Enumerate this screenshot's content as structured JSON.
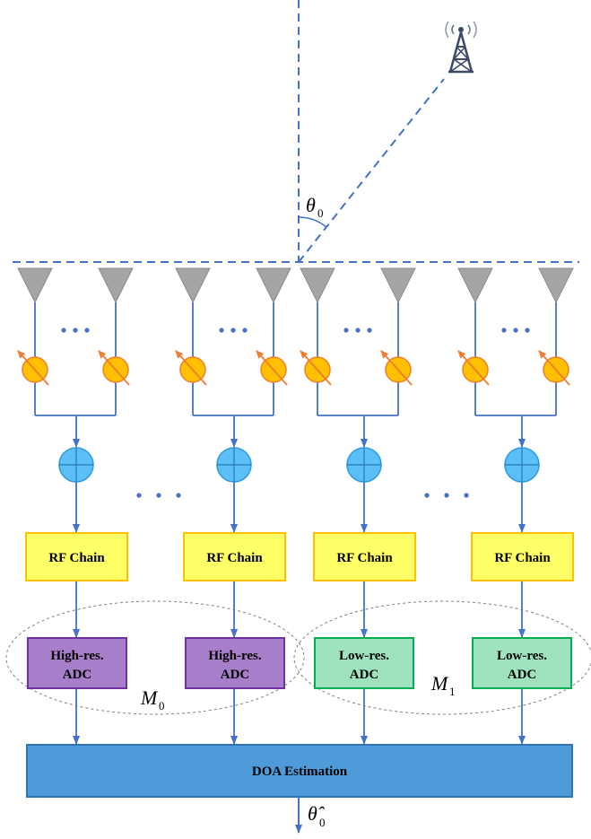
{
  "diagram": {
    "angle_label": {
      "symbol": "θ",
      "subscript": "0"
    },
    "output_label": {
      "symbol": "θ̂",
      "subscript": "0"
    },
    "rf_chain_label": "RF Chain",
    "high_res_adc": {
      "line1": "High-res.",
      "line2": "ADC"
    },
    "low_res_adc": {
      "line1": "Low-res.",
      "line2": "ADC"
    },
    "group_labels": [
      {
        "symbol": "M",
        "subscript": "0"
      },
      {
        "symbol": "M",
        "subscript": "1"
      }
    ],
    "doa_label": "DOA Estimation",
    "colors": {
      "line": "#4472c4",
      "antenna": "#a5a5a5",
      "phase_shifter_fill": "#ffc000",
      "phase_shifter_arrow": "#ed7d31",
      "combiner": "#5bc0f8",
      "rf_chain_fill": "#ffff66",
      "rf_chain_border": "#ffc000",
      "high_res_fill": "#a77ec9",
      "high_res_border": "#7030a0",
      "low_res_fill": "#9ee3bd",
      "low_res_border": "#00b050",
      "doa_fill": "#4f9bd9",
      "doa_border": "#2e75b6"
    }
  }
}
